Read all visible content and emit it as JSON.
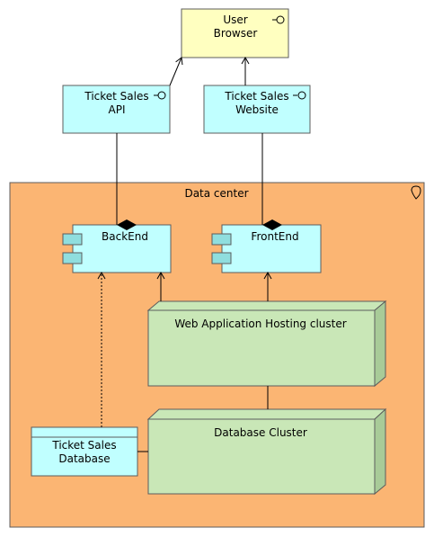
{
  "colors": {
    "browser_fill": "#ffffc0",
    "interface_fill": "#c0ffff",
    "datacenter_fill": "#fbb573",
    "node_fill": "#c9e7b7",
    "node_side": "#a8cb98",
    "stroke": "#5c5c5c"
  },
  "browser": {
    "line1": "User",
    "line2": "Browser",
    "icon": "interface-lollipop-icon"
  },
  "api": {
    "line1": "Ticket Sales",
    "line2": "API",
    "icon": "interface-lollipop-icon"
  },
  "website": {
    "line1": "Ticket Sales",
    "line2": "Website",
    "icon": "interface-lollipop-icon"
  },
  "datacenter": {
    "label": "Data center",
    "icon": "location-pin-icon"
  },
  "backend": {
    "label": "BackEnd",
    "icon": "component-icon"
  },
  "frontend": {
    "label": "FrontEnd",
    "icon": "component-icon"
  },
  "webcluster": {
    "label": "Web Application Hosting cluster"
  },
  "dbcluster": {
    "label": "Database Cluster"
  },
  "database": {
    "line1": "Ticket Sales",
    "line2": "Database"
  }
}
